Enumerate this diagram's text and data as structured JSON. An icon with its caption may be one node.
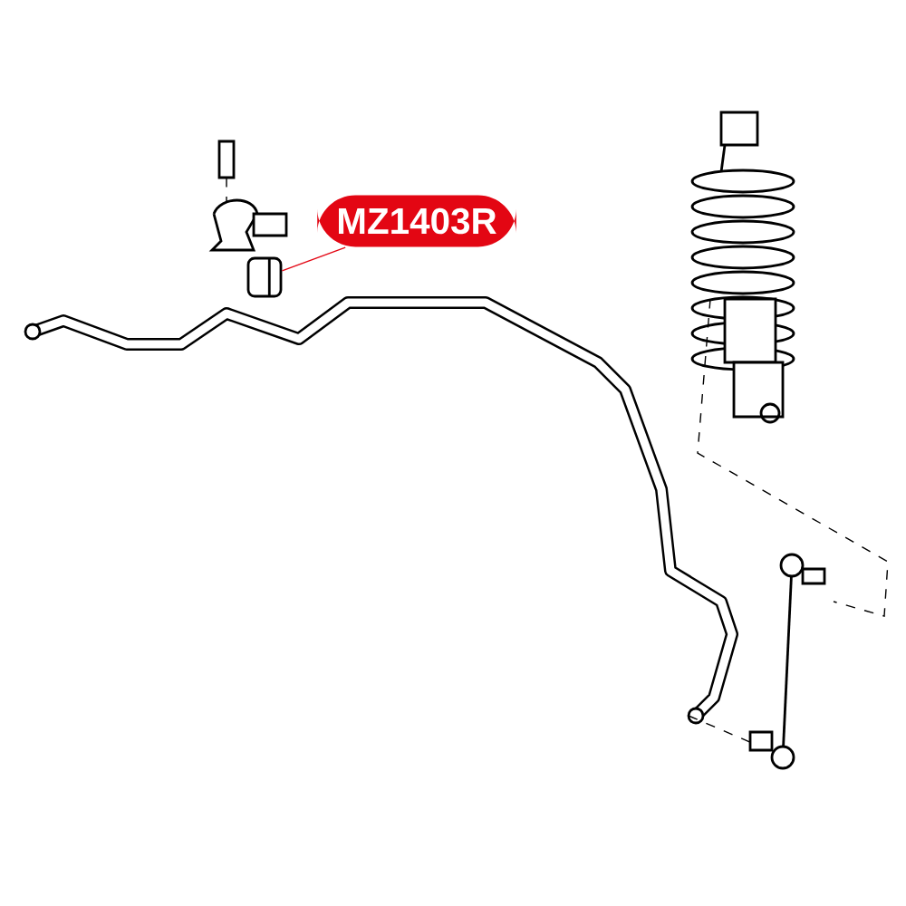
{
  "diagram": {
    "nodes": [
      {
        "text": [
          "MZ1403R"
        ]
      },
      {
        "text": [],
        "shape": "picture"
      }
    ],
    "edges": [
      {
        "from": 0,
        "to": 1,
        "arrow": "none",
        "color": "#e30613"
      }
    ]
  }
}
